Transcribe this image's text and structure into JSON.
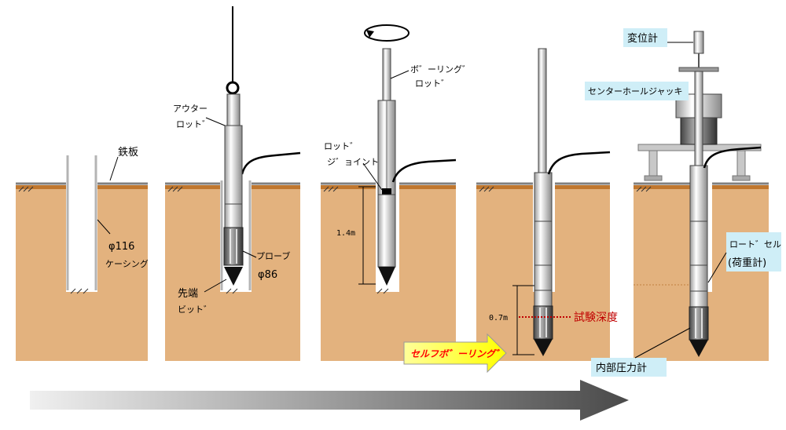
{
  "colors": {
    "soil": "#e3b27e",
    "soil_top": "#c0772e",
    "ground_line": "#808080",
    "casing": "#b4b4b4",
    "probe_light": "#eeeeee",
    "probe_dark": "#8c8c8c",
    "arrow_light": "#f2f2f2",
    "arrow_dark": "#5a5a5a",
    "label_box": "#cfeef7",
    "callout_yellow": "#ffff66",
    "depth_red": "#c00000"
  },
  "labels": {
    "steel_plate": "鉄板",
    "casing_1": "φ116",
    "casing_2": "ケーシング",
    "outer_rod_1": "アウター",
    "outer_rod_2": "ロット゛",
    "probe_1": "プローブ",
    "probe_2": "φ86",
    "tip_bit_1": "先端",
    "tip_bit_2": "ビット゛",
    "boring_rod_1": "ボ゛ーリング゛",
    "boring_rod_2": "ロット゛",
    "rod_joint_1": "ロット゛",
    "rod_joint_2": "ジ゛ョイント",
    "dim_1_4m": "1.4m",
    "dim_0_7m": "0.7m",
    "test_depth": "試験深度",
    "self_boring": "セルフボ゛ーリング゛",
    "displacement_gauge": "変位計",
    "center_hole_jack": "センターホールジャッキ",
    "load_cell_1": "ロート゛セル",
    "load_cell_2": "(荷重計)",
    "internal_pressure_gauge": "内部圧力計"
  }
}
